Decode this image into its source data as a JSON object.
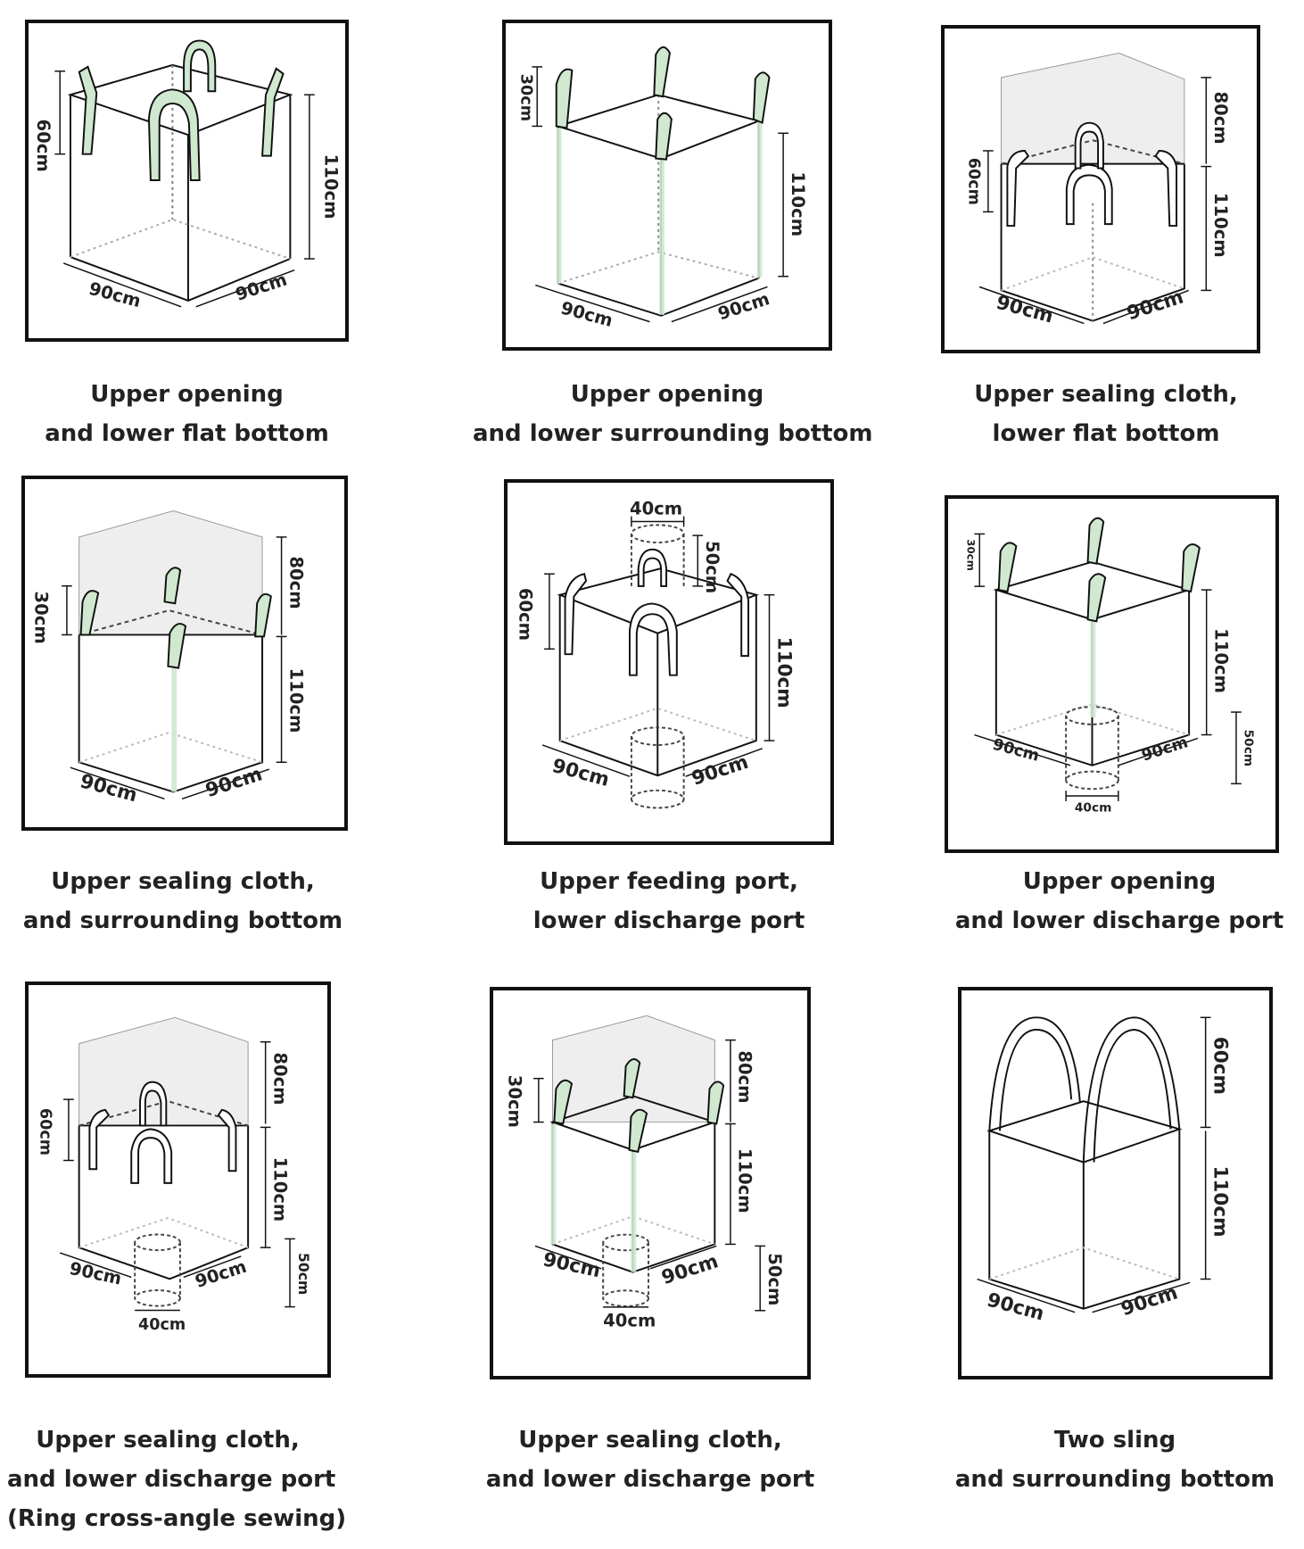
{
  "diagrams": [
    {
      "caption": [
        "Upper opening",
        "and lower flat bottom"
      ],
      "labels": {
        "sling": "60cm",
        "height": "110cm",
        "w1": "90cm",
        "w2": "90cm"
      }
    },
    {
      "caption": [
        "Upper opening",
        "and lower surrounding bottom"
      ],
      "labels": {
        "sling": "30cm",
        "height": "110cm",
        "w1": "90cm",
        "w2": "90cm"
      }
    },
    {
      "caption": [
        "Upper sealing cloth,",
        "lower flat bottom"
      ],
      "labels": {
        "top": "80cm",
        "sling": "60cm",
        "height": "110cm",
        "w1": "90cm",
        "w2": "90cm"
      }
    },
    {
      "caption": [
        "Upper sealing cloth,",
        "and surrounding bottom"
      ],
      "labels": {
        "top": "80cm",
        "sling": "30cm",
        "height": "110cm",
        "w1": "90cm",
        "w2": "90cm"
      }
    },
    {
      "caption": [
        "Upper feeding port,",
        "lower discharge port"
      ],
      "labels": {
        "port_w": "40cm",
        "port_h": "50cm",
        "sling": "60cm",
        "height": "110cm",
        "w1": "90cm",
        "w2": "90cm"
      }
    },
    {
      "caption": [
        "Upper opening",
        "and lower discharge port"
      ],
      "labels": {
        "sling": "30cm",
        "height": "110cm",
        "port_h": "50cm",
        "port_w": "40cm",
        "w1": "90cm",
        "w2": "90cm"
      }
    },
    {
      "caption": [
        "Upper sealing cloth,",
        "and lower discharge port",
        "(Ring cross-angle sewing)"
      ],
      "labels": {
        "top": "80cm",
        "sling": "60cm",
        "height": "110cm",
        "port_h": "50cm",
        "port_w": "40cm",
        "w1": "90cm",
        "w2": "90cm"
      }
    },
    {
      "caption": [
        "Upper sealing cloth,",
        "and lower discharge port"
      ],
      "labels": {
        "top": "80cm",
        "sling": "30cm",
        "height": "110cm",
        "port_h": "50cm",
        "port_w": "40cm",
        "w1": "90cm",
        "w2": "90cm"
      }
    },
    {
      "caption": [
        "Two sling",
        "and surrounding bottom"
      ],
      "labels": {
        "sling": "60cm",
        "height": "110cm",
        "w1": "90cm",
        "w2": "90cm"
      }
    }
  ],
  "colors": {
    "outline": "#111111",
    "sling_fill": "#cfe8cf",
    "cover_fill": "#eeeeee"
  }
}
